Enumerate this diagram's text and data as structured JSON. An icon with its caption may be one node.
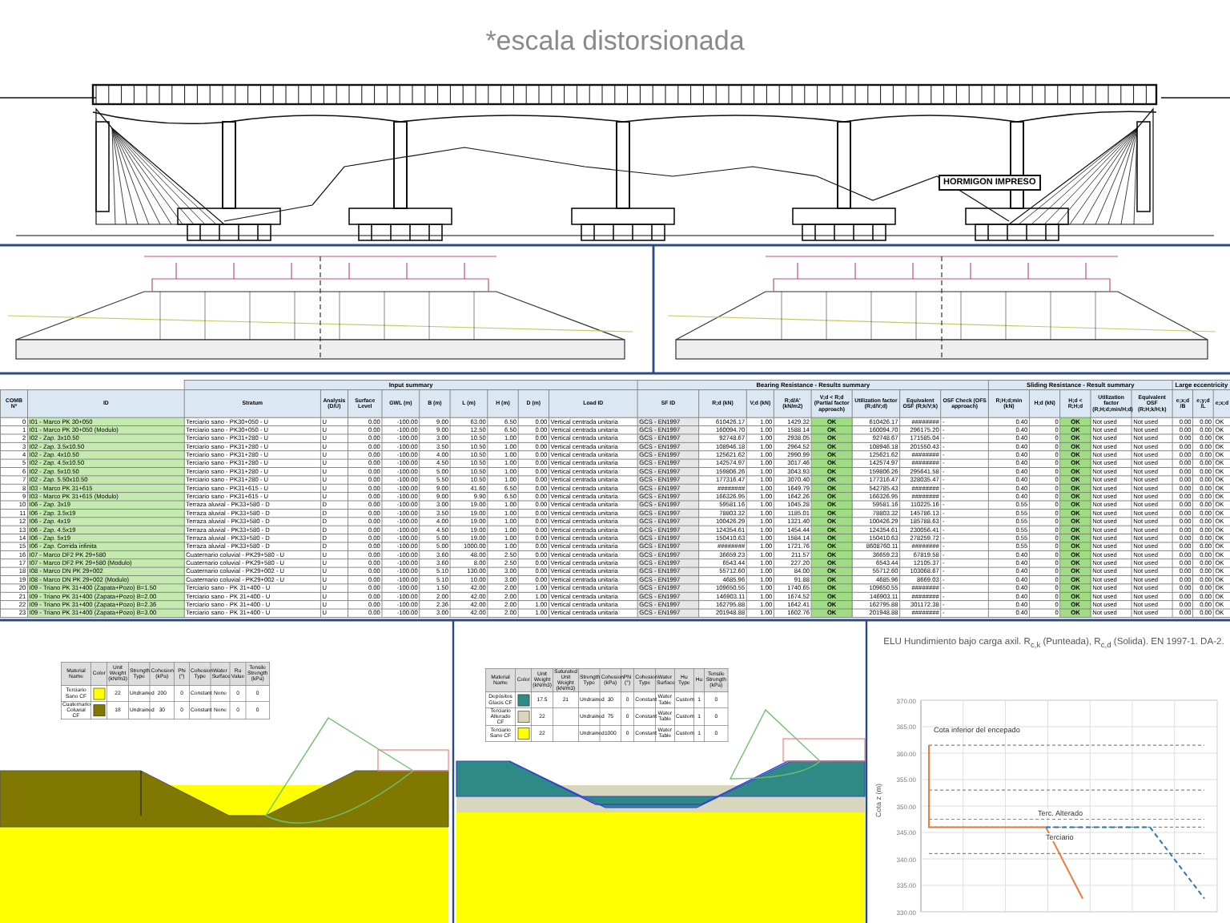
{
  "diagram": {
    "nodes": [
      {
        "text": [
          "HORMIGON IMPRESO"
        ]
      }
    ],
    "labels": [
      "*escala distorsionada",
      "Input summary",
      "Bearing Resistance - Results summary",
      "Sliding Resistance - Result summary",
      "Large eccentricity",
      "COMB Nº",
      "ID",
      "Stratum",
      "Analysis (D/U)",
      "Surface Level",
      "GWL (m)",
      "B (m)",
      "L (m)",
      "H (m)",
      "D (m)",
      "Load ID",
      "SF ID",
      "R;d (kN)",
      "V;d (kN)",
      "R;d/A' (kN/m2)",
      "V;d < R;d (Partial factor approach)",
      "Utilization factor (R;d/V;d)",
      "Equivalent OSF (R;k/V;k)",
      "OSF Check (OFS approach)",
      "R;H;d;min (kN)",
      "H;d (kN)",
      "H;d < R;H;d",
      "Utilization factor (R;H;d;min/H;d)",
      "Equivalent OSF (R;H;k/H;k)",
      "e;x;d /B",
      "e;y;d /L",
      "e;x;d",
      "0",
      "I01 - Marco PK 30+050",
      "Terciario sano - PK30+050 - U",
      "U",
      "0.00",
      "-100.00",
      "9.00",
      "63.00",
      "6.50",
      "0.00",
      "Vertical centrada unitaria",
      "GCS - EN1997",
      "610426.17",
      "1.00",
      "1429.32",
      "OK",
      "610426.17",
      "########",
      "-",
      "0.40",
      "0",
      "OK",
      "Not used",
      "Not used",
      "0.00",
      "0.00",
      "OK",
      "1",
      "I01 - Marco PK 30+050 (Modulo)",
      "Terciario sano - PK30+050 - U",
      "U",
      "0.00",
      "-100.00",
      "9.00",
      "12.50",
      "6.50",
      "0.00",
      "Vertical centrada unitaria",
      "GCS - EN1997",
      "160094.70",
      "1.00",
      "1588.14",
      "OK",
      "160094.70",
      "296175.20",
      "-",
      "0.40",
      "0",
      "OK",
      "Not used",
      "Not used",
      "0.00",
      "0.00",
      "OK",
      "2",
      "I02 - Zap. 3x10.50",
      "Terciario sano - PK31+280 - U",
      "U",
      "0.00",
      "-100.00",
      "3.00",
      "10.50",
      "1.00",
      "0.00",
      "Vertical centrada unitaria",
      "GCS - EN1997",
      "92748.67",
      "1.00",
      "2938.05",
      "OK",
      "92748.67",
      "171585.04",
      "-",
      "0.40",
      "0",
      "OK",
      "Not used",
      "Not used",
      "0.00",
      "0.00",
      "OK",
      "3",
      "I02 - Zap. 3.5x10.50",
      "Terciario sano - PK31+280 - U",
      "U",
      "0.00",
      "-100.00",
      "3.50",
      "10.50",
      "1.00",
      "0.00",
      "Vertical centrada unitaria",
      "GCS - EN1997",
      "108946.18",
      "1.00",
      "2964.52",
      "OK",
      "108946.18",
      "201550.43",
      "-",
      "0.40",
      "0",
      "OK",
      "Not used",
      "Not used",
      "0.00",
      "0.00",
      "OK",
      "4",
      "I02 - Zap. 4x10.50",
      "Terciario sano - PK31+280 - U",
      "U",
      "0.00",
      "-100.00",
      "4.00",
      "10.50",
      "1.00",
      "0.00",
      "Vertical centrada unitaria",
      "GCS - EN1997",
      "125621.62",
      "1.00",
      "2990.99",
      "OK",
      "125621.62",
      "########",
      "-",
      "0.40",
      "0",
      "OK",
      "Not used",
      "Not used",
      "0.00",
      "0.00",
      "OK",
      "5",
      "I02 - Zap. 4.5x10.50",
      "Terciario sano - PK31+280 - U",
      "U",
      "0.00",
      "-100.00",
      "4.50",
      "10.50",
      "1.00",
      "0.00",
      "Vertical centrada unitaria",
      "GCS - EN1997",
      "142574.97",
      "1.00",
      "3017.46",
      "OK",
      "142574.97",
      "########",
      "-",
      "0.40",
      "0",
      "OK",
      "Not used",
      "Not used",
      "0.00",
      "0.00",
      "OK",
      "6",
      "I02 - Zap. 5x10.50",
      "Terciario sano - PK31+280 - U",
      "U",
      "0.00",
      "-100.00",
      "5.00",
      "10.50",
      "1.00",
      "0.00",
      "Vertical centrada unitaria",
      "GCS - EN1997",
      "159806.26",
      "1.00",
      "3043.93",
      "OK",
      "159806.26",
      "295641.58",
      "-",
      "0.40",
      "0",
      "OK",
      "Not used",
      "Not used",
      "0.00",
      "0.00",
      "OK",
      "7",
      "I02 - Zap. 5.50x10.50",
      "Terciario sano - PK31+280 - U",
      "U",
      "0.00",
      "-100.00",
      "5.50",
      "10.50",
      "1.00",
      "0.00",
      "Vertical centrada unitaria",
      "GCS - EN1997",
      "177316.47",
      "1.00",
      "3070.40",
      "OK",
      "177316.47",
      "328035.47",
      "-",
      "0.40",
      "0",
      "OK",
      "Not used",
      "Not used",
      "0.00",
      "0.00",
      "OK",
      "8",
      "I03 - Marco PK 31+615",
      "Terciario sano - PK31+615 - U",
      "U",
      "0.00",
      "-100.00",
      "9.00",
      "41.60",
      "6.50",
      "0.00",
      "Vertical centrada unitaria",
      "GCS - EN1997",
      "########",
      "1.00",
      "1649.79",
      "OK",
      "542785.43",
      "########",
      "-",
      "0.40",
      "0",
      "OK",
      "Not used",
      "Not used",
      "0.00",
      "0.00",
      "OK",
      "9",
      "I03 - Marco PK 31+615 (Modulo)",
      "Terciario sano - PK31+615 - U",
      "U",
      "0.00",
      "-100.00",
      "9.00",
      "9.90",
      "6.50",
      "0.00",
      "Vertical centrada unitaria",
      "GCS - EN1997",
      "166326.95",
      "1.00",
      "1642.26",
      "OK",
      "166326.95",
      "########",
      "-",
      "0.40",
      "0",
      "OK",
      "Not used",
      "Not used",
      "0.00",
      "0.00",
      "OK",
      "10",
      "I06 - Zap. 3x19",
      "Terraza aluvial - PK33+580 - D",
      "D",
      "0.00",
      "-100.00",
      "3.00",
      "19.00",
      "1.00",
      "0.00",
      "Vertical centrada unitaria",
      "GCS - EN1997",
      "59581.16",
      "1.00",
      "1045.28",
      "OK",
      "59581.16",
      "110225.16",
      "-",
      "0.55",
      "0",
      "OK",
      "Not used",
      "Not used",
      "0.00",
      "0.00",
      "OK",
      "11",
      "I06 - Zap. 3.5x19",
      "Terraza aluvial - PK33+580 - D",
      "D",
      "0.00",
      "-100.00",
      "3.50",
      "19.00",
      "1.00",
      "0.00",
      "Vertical centrada unitaria",
      "GCS - EN1997",
      "78803.32",
      "1.00",
      "1185.01",
      "OK",
      "78803.32",
      "145786.13",
      "-",
      "0.55",
      "0",
      "OK",
      "Not used",
      "Not used",
      "0.00",
      "0.00",
      "OK",
      "12",
      "I06 - Zap. 4x19",
      "Terraza aluvial - PK33+580 - D",
      "D",
      "0.00",
      "-100.00",
      "4.00",
      "19.00",
      "1.00",
      "0.00",
      "Vertical centrada unitaria",
      "GCS - EN1997",
      "100426.29",
      "1.00",
      "1321.40",
      "OK",
      "100426.29",
      "185788.63",
      "-",
      "0.55",
      "0",
      "OK",
      "Not used",
      "Not used",
      "0.00",
      "0.00",
      "OK",
      "13",
      "I06 - Zap. 4.5x19",
      "Terraza aluvial - PK33+580 - D",
      "D",
      "0.00",
      "-100.00",
      "4.50",
      "19.00",
      "1.00",
      "0.00",
      "Vertical centrada unitaria",
      "GCS - EN1997",
      "124354.61",
      "1.00",
      "1454.44",
      "OK",
      "124354.61",
      "230056.41",
      "-",
      "0.55",
      "0",
      "OK",
      "Not used",
      "Not used",
      "0.00",
      "0.00",
      "OK",
      "14",
      "I06 - Zap. 5x19",
      "Terraza aluvial - PK33+580 - D",
      "D",
      "0.00",
      "-100.00",
      "5.00",
      "19.00",
      "1.00",
      "0.00",
      "Vertical centrada unitaria",
      "GCS - EN1997",
      "150410.63",
      "1.00",
      "1584.14",
      "OK",
      "150410.63",
      "278259.72",
      "-",
      "0.55",
      "0",
      "OK",
      "Not used",
      "Not used",
      "0.00",
      "0.00",
      "OK",
      "15",
      "I06 - Zap. Corrida infinita",
      "Terraza aluvial - PK33+580 - D",
      "D",
      "0.00",
      "-100.00",
      "5.00",
      "1000.00",
      "1.00",
      "0.00",
      "Vertical centrada unitaria",
      "GCS - EN1997",
      "########",
      "1.00",
      "1721.76",
      "OK",
      "8608760.11",
      "########",
      "-",
      "0.55",
      "0",
      "OK",
      "Not used",
      "Not used",
      "0.00",
      "0.00",
      "OK",
      "16",
      "I07 - Marco DF2 PK 29+580",
      "Cuaternario coluvial - PK29+580 - U",
      "U",
      "0.00",
      "-100.00",
      "3.60",
      "48.00",
      "2.50",
      "0.00",
      "Vertical centrada unitaria",
      "GCS - EN1997",
      "36659.23",
      "1.00",
      "211.57",
      "OK",
      "36659.23",
      "67819.58",
      "-",
      "0.40",
      "0",
      "OK",
      "Not used",
      "Not used",
      "0.00",
      "0.00",
      "OK",
      "17",
      "I07 - Marco DF2 PK 29+580 (Modulo)",
      "Cuaternario coluvial - PK29+580 - U",
      "U",
      "0.00",
      "-100.00",
      "3.60",
      "8.00",
      "2.50",
      "0.00",
      "Vertical centrada unitaria",
      "GCS - EN1997",
      "6543.44",
      "1.00",
      "227.20",
      "OK",
      "6543.44",
      "12105.37",
      "-",
      "0.40",
      "0",
      "OK",
      "Not used",
      "Not used",
      "0.00",
      "0.00",
      "OK",
      "18",
      "I08 - Marco DN PK 29+002",
      "Cuaternario coluvial - PK29+002 - U",
      "U",
      "0.00",
      "-100.00",
      "5.10",
      "130.00",
      "3.00",
      "0.00",
      "Vertical centrada unitaria",
      "GCS - EN1997",
      "55712.60",
      "1.00",
      "84.00",
      "OK",
      "55712.60",
      "103068.67",
      "-",
      "0.40",
      "0",
      "OK",
      "Not used",
      "Not used",
      "0.00",
      "0.00",
      "OK",
      "19",
      "I08 - Marco DN PK 29+002 (Modulo)",
      "Cuaternario coluvial - PK29+002 - U",
      "U",
      "0.00",
      "-100.00",
      "5.10",
      "10.00",
      "3.00",
      "0.00",
      "Vertical centrada unitaria",
      "GCS - EN1997",
      "4685.96",
      "1.00",
      "91.88",
      "OK",
      "4685.96",
      "8669.03",
      "-",
      "0.40",
      "0",
      "OK",
      "Not used",
      "Not used",
      "0.00",
      "0.00",
      "OK",
      "20",
      "I09 - Triano PK 31+400 (Zapata+Pozo) B=1.50",
      "Terciario sano - PK 31+400 - U",
      "U",
      "0.00",
      "-100.00",
      "1.50",
      "42.00",
      "2.00",
      "1.00",
      "Vertical centrada unitaria",
      "GCS - EN1997",
      "109650.55",
      "1.00",
      "1740.65",
      "OK",
      "109650.55",
      "########",
      "-",
      "0.40",
      "0",
      "OK",
      "Not used",
      "Not used",
      "0.00",
      "0.00",
      "OK",
      "21",
      "I09 - Triano PK 31+400 (Zapata+Pozo) B=2.00",
      "Terciario sano - PK 31+400 - U",
      "U",
      "0.00",
      "-100.00",
      "2.00",
      "42.00",
      "2.00",
      "1.00",
      "Vertical centrada unitaria",
      "GCS - EN1997",
      "146903.11",
      "1.00",
      "1674.52",
      "OK",
      "146903.11",
      "########",
      "-",
      "0.40",
      "0",
      "OK",
      "Not used",
      "Not used",
      "0.00",
      "0.00",
      "OK",
      "22",
      "I09 - Triano PK 31+400 (Zapata+Pozo) B=2.36",
      "Terciario sano - PK 31+400 - U",
      "U",
      "0.00",
      "-100.00",
      "2.36",
      "42.00",
      "2.00",
      "1.00",
      "Vertical centrada unitaria",
      "GCS - EN1997",
      "162795.88",
      "1.00",
      "1642.41",
      "OK",
      "162795.88",
      "301172.38",
      "-",
      "0.40",
      "0",
      "OK",
      "Not used",
      "Not used",
      "0.00",
      "0.00",
      "OK",
      "23",
      "I09 - Triano PK 31+400 (Zapata+Pozo) B=3.00",
      "Terciario sano - PK 31+400 - U",
      "U",
      "0.00",
      "-100.00",
      "3.00",
      "42.00",
      "2.00",
      "1.00",
      "Vertical centrada unitaria",
      "GCS - EN1997",
      "201948.88",
      "1.00",
      "1602.76",
      "OK",
      "201948.88",
      "########",
      "-",
      "0.40",
      "0",
      "OK",
      "Not used",
      "Not used",
      "0.00",
      "0.00",
      "OK",
      "Material Name",
      "Color",
      "Unit Weight (kN/m3)",
      "Strength Type",
      "Cohesion (kPa)",
      "Phi (°)",
      "Cohesion Type",
      "Water Surface",
      "Ru Value",
      "Tensile Strength (kPa)",
      "Terciario Sano CF",
      "22",
      "Undrained",
      "200",
      "0",
      "Constant",
      "None",
      "0",
      "0",
      "Cuaternario Coluvial CF",
      "18",
      "Undrained",
      "30",
      "0",
      "Constant",
      "None",
      "0",
      "0",
      "Material Name",
      "Color",
      "Unit Weight (kN/m3)",
      "Saturated Unit Weight (kN/m3)",
      "Strength Type",
      "Cohesion (kPa)",
      "Phi (°)",
      "Cohesion Type",
      "Water Surface",
      "Hu Type",
      "Hu",
      "Tensile Strength (kPa)",
      "Depósitos Glacis CF",
      "17.5",
      "21",
      "Undrained",
      "30",
      "0",
      "Constant",
      "Water Table",
      "Custom",
      "1",
      "0",
      "Terciario Alterado CF",
      "22",
      "Undrained",
      "75",
      "0",
      "Constant",
      "Water Table",
      "Custom",
      "1",
      "0",
      "Terciario Sano CF",
      "22",
      "Undrained",
      "1000",
      "0",
      "Constant",
      "Water Table",
      "Custom",
      "1",
      "0",
      "ELU Hundimiento bajo carga axil. R$_{c,k}$ (Punteada), R$_{c,d}$ (Solida). EN 1997-1. DA-2.",
      "Cota z (m)",
      "370.00",
      "365.00",
      "360.00",
      "355.00",
      "350.00",
      "345.00",
      "340.00",
      "335.00",
      "330.00",
      "Cota inferior del encepado",
      "Terc. Alterado",
      "Terciario"
    ]
  }
}
